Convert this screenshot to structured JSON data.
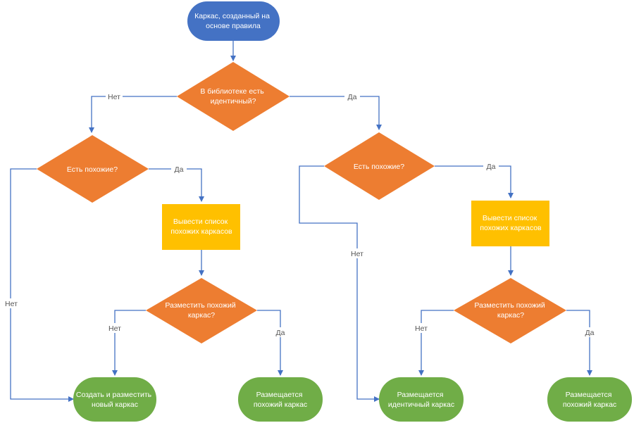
{
  "colors": {
    "start": "#4472c4",
    "decision": "#ed7d31",
    "process": "#ffc000",
    "terminal": "#70ad47",
    "connector": "#4472c4",
    "node_text": "#ffffff",
    "label_text": "#555555"
  },
  "nodes": {
    "start": [
      "Каркас, созданный на",
      "основе правила"
    ],
    "dec_identical": [
      "В библиотеке есть",
      "идентичный?"
    ],
    "dec_similar_left": [
      "Есть похожие?"
    ],
    "dec_similar_right": [
      "Есть похожие?"
    ],
    "proc_list_left": [
      "Вывести список",
      "похожих каркасов"
    ],
    "proc_list_right": [
      "Вывести список",
      "похожих каркасов"
    ],
    "dec_place_left": [
      "Разместить похожий",
      "каркас?"
    ],
    "dec_place_right": [
      "Разместить похожий",
      "каркас?"
    ],
    "term_create": [
      "Создать и разместить",
      "новый каркас"
    ],
    "term_similar_left": [
      "Размещается",
      "похожий каркас"
    ],
    "term_identical": [
      "Размещается",
      "идентичный каркас"
    ],
    "term_similar_right": [
      "Размещается",
      "похожий каркас"
    ]
  },
  "edge_labels": {
    "no_identical": "Нет",
    "yes_identical": "Да",
    "yes_similar_left": "Да",
    "no_similar_left": "Нет",
    "yes_similar_right": "Да",
    "no_similar_right": "Нет",
    "no_place_left": "Нет",
    "yes_place_left": "Да",
    "no_place_right": "Нет",
    "yes_place_right": "Да"
  }
}
